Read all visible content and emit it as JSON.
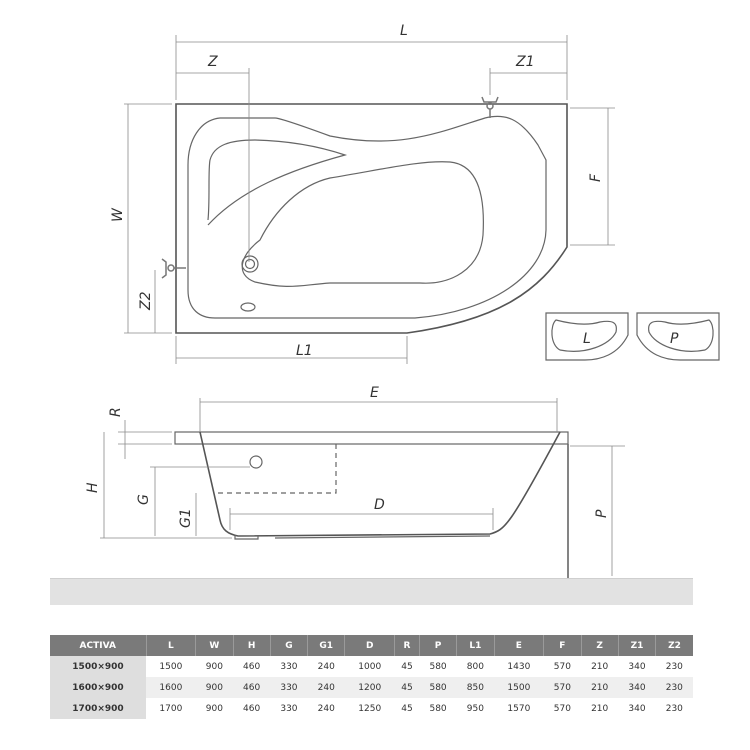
{
  "top_view": {
    "dimension_labels": {
      "L": "L",
      "Z": "Z",
      "Z1": "Z1",
      "W": "W",
      "F": "F",
      "Z2": "Z2",
      "L1": "L1"
    }
  },
  "variants": {
    "left_label": "L",
    "right_label": "P"
  },
  "side_view": {
    "dimension_labels": {
      "R": "R",
      "E": "E",
      "H": "H",
      "G": "G",
      "G1": "G1",
      "D": "D",
      "P": "P"
    }
  },
  "table": {
    "headers": [
      "ACTIVA",
      "L",
      "W",
      "H",
      "G",
      "G1",
      "D",
      "R",
      "P",
      "L1",
      "E",
      "F",
      "Z",
      "Z1",
      "Z2"
    ],
    "rows": [
      [
        "1500×900",
        "1500",
        "900",
        "460",
        "330",
        "240",
        "1000",
        "45",
        "580",
        "800",
        "1430",
        "570",
        "210",
        "340",
        "230"
      ],
      [
        "1600×900",
        "1600",
        "900",
        "460",
        "330",
        "240",
        "1200",
        "45",
        "580",
        "850",
        "1500",
        "570",
        "210",
        "340",
        "230"
      ],
      [
        "1700×900",
        "1700",
        "900",
        "460",
        "330",
        "240",
        "1250",
        "45",
        "580",
        "950",
        "1570",
        "570",
        "210",
        "340",
        "230"
      ]
    ]
  },
  "colors": {
    "header_bg": "#7a7a7a",
    "model_col_bg": "#dedede",
    "floor": "#e2e2e2",
    "line": "#555555"
  }
}
